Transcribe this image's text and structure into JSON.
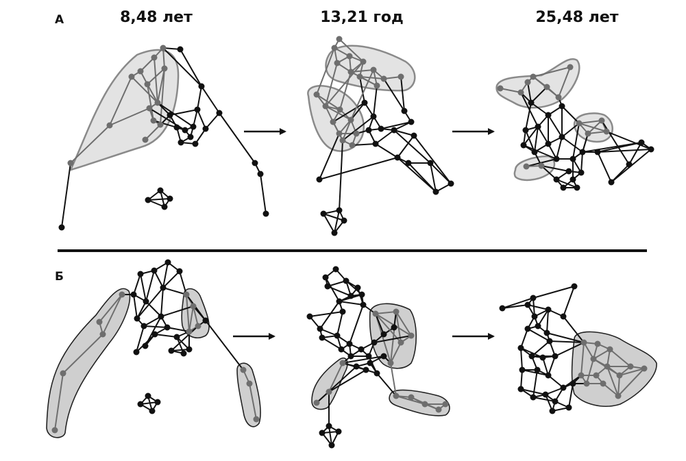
{
  "panels": [
    {
      "label": "А",
      "ages": [
        "8,48 лет",
        "13,21 год",
        "25,48 лет"
      ]
    },
    {
      "label": "Б"
    }
  ],
  "colors": {
    "edge": "#111111",
    "node": "#111111",
    "module_member": "#6e6e6e",
    "hull_fill_A": "#e3e3e3",
    "hull_stroke_A": "#8a8a8a",
    "hull_fill_B": "#cfcfcf",
    "hull_stroke_B": "#222222"
  },
  "icons": [
    "arrow-right-icon",
    "divider-line"
  ]
}
